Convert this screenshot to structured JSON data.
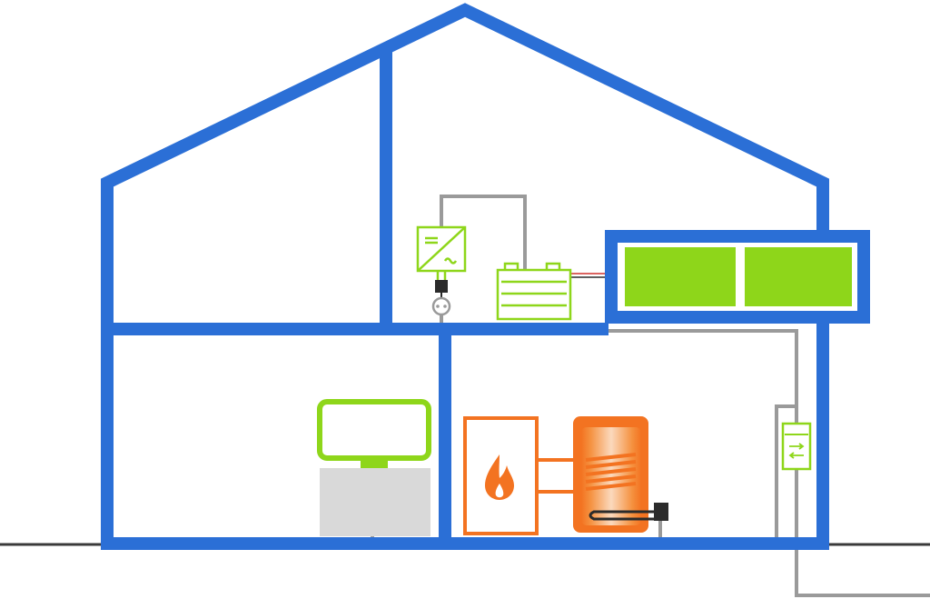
{
  "diagram": {
    "type": "house-energy-system",
    "components": [
      {
        "id": "pv-panels",
        "icon": "solar-panel-icon"
      },
      {
        "id": "inverter",
        "icon": "inverter-icon",
        "symbols": [
          "=",
          "~"
        ]
      },
      {
        "id": "battery-storage",
        "icon": "battery-icon"
      },
      {
        "id": "power-socket",
        "icon": "socket-icon"
      },
      {
        "id": "grid-meter",
        "icon": "bidirectional-meter-icon"
      },
      {
        "id": "tv-screen",
        "icon": "tv-icon"
      },
      {
        "id": "gas-boiler",
        "icon": "flame-icon"
      },
      {
        "id": "hot-water-tank",
        "icon": "heat-coil-icon"
      },
      {
        "id": "heating-rod",
        "icon": "immersion-heater-icon"
      }
    ],
    "colors": {
      "structure": "#2b6fd6",
      "electric": "#8ed61a",
      "thermal": "#f37321",
      "cable": "#9a9a9a",
      "ground": "#3a3a3a",
      "dc_positive": "#d0312d",
      "appliance_gray": "#d9d9d9",
      "heater_dark": "#2b2b2b"
    }
  }
}
